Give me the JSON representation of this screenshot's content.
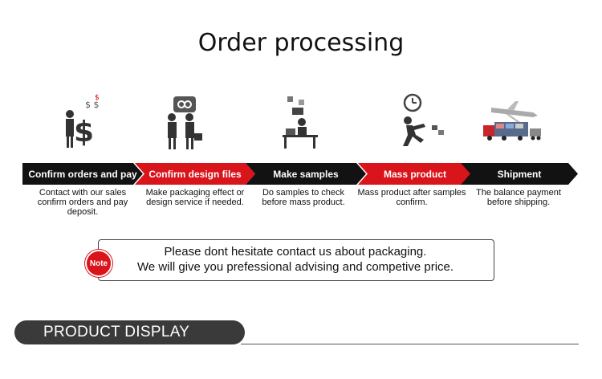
{
  "title": "Order processing",
  "steps": [
    {
      "label": "Confirm  orders and pay",
      "desc": "Contact with our sales confirm orders and pay deposit.",
      "color": "#121212",
      "icon": "money-handshake-icon"
    },
    {
      "label": "Confirm design files",
      "desc": "Make packaging effect or design service if needed.",
      "color": "#d9141b",
      "icon": "people-agreement-icon"
    },
    {
      "label": "Make samples",
      "desc": "Do samples to check before mass product.",
      "color": "#121212",
      "icon": "desk-worker-icon"
    },
    {
      "label": "Mass product",
      "desc": "Mass product after samples confirm.",
      "color": "#d9141b",
      "icon": "running-clock-icon"
    },
    {
      "label": "Shipment",
      "desc": "The balance payment  before shipping.",
      "color": "#121212",
      "icon": "airplane-trucks-icon"
    }
  ],
  "note": {
    "badge": "Note",
    "line1": "Please dont hesitate contact us about packaging.",
    "line2": "We will give you prefessional advising and competive price."
  },
  "section": {
    "label": "PRODUCT DISPLAY"
  }
}
